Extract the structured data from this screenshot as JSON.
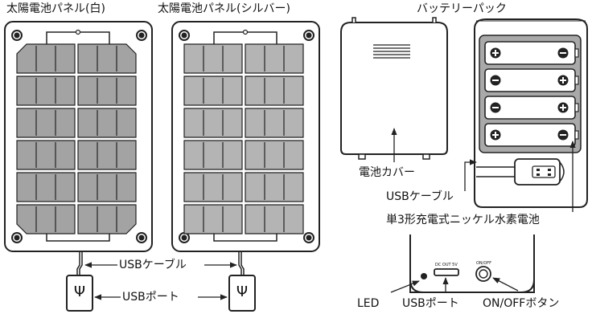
{
  "labels": {
    "panel_white": "太陽電池パネル(白)",
    "panel_silver": "太陽電池パネル(シルバー)",
    "battery_pack": "バッテリーパック",
    "battery_cover": "電池カバー",
    "usb_cable_right": "USBケーブル",
    "battery_type": "単3形充電式ニッケル水素電池",
    "usb_cable_bottom": "USBケーブル",
    "usb_port_bottom": "USBポート",
    "led": "LED",
    "usb_port_pack": "USBポート",
    "onoff_button": "ON/OFFボタン",
    "dc_out": "DC OUT 5V",
    "on_off_small": "ON/OFF"
  },
  "icons": {
    "usb_symbol": "Ψ"
  },
  "colors": {
    "panel_white_cell": "#a3a3a3",
    "panel_silver_cell": "#b4b4b4",
    "frame": "#ffffff",
    "line": "#222222",
    "battery_compartment": "#a9a9a9",
    "battery_body": "#ffffff"
  }
}
